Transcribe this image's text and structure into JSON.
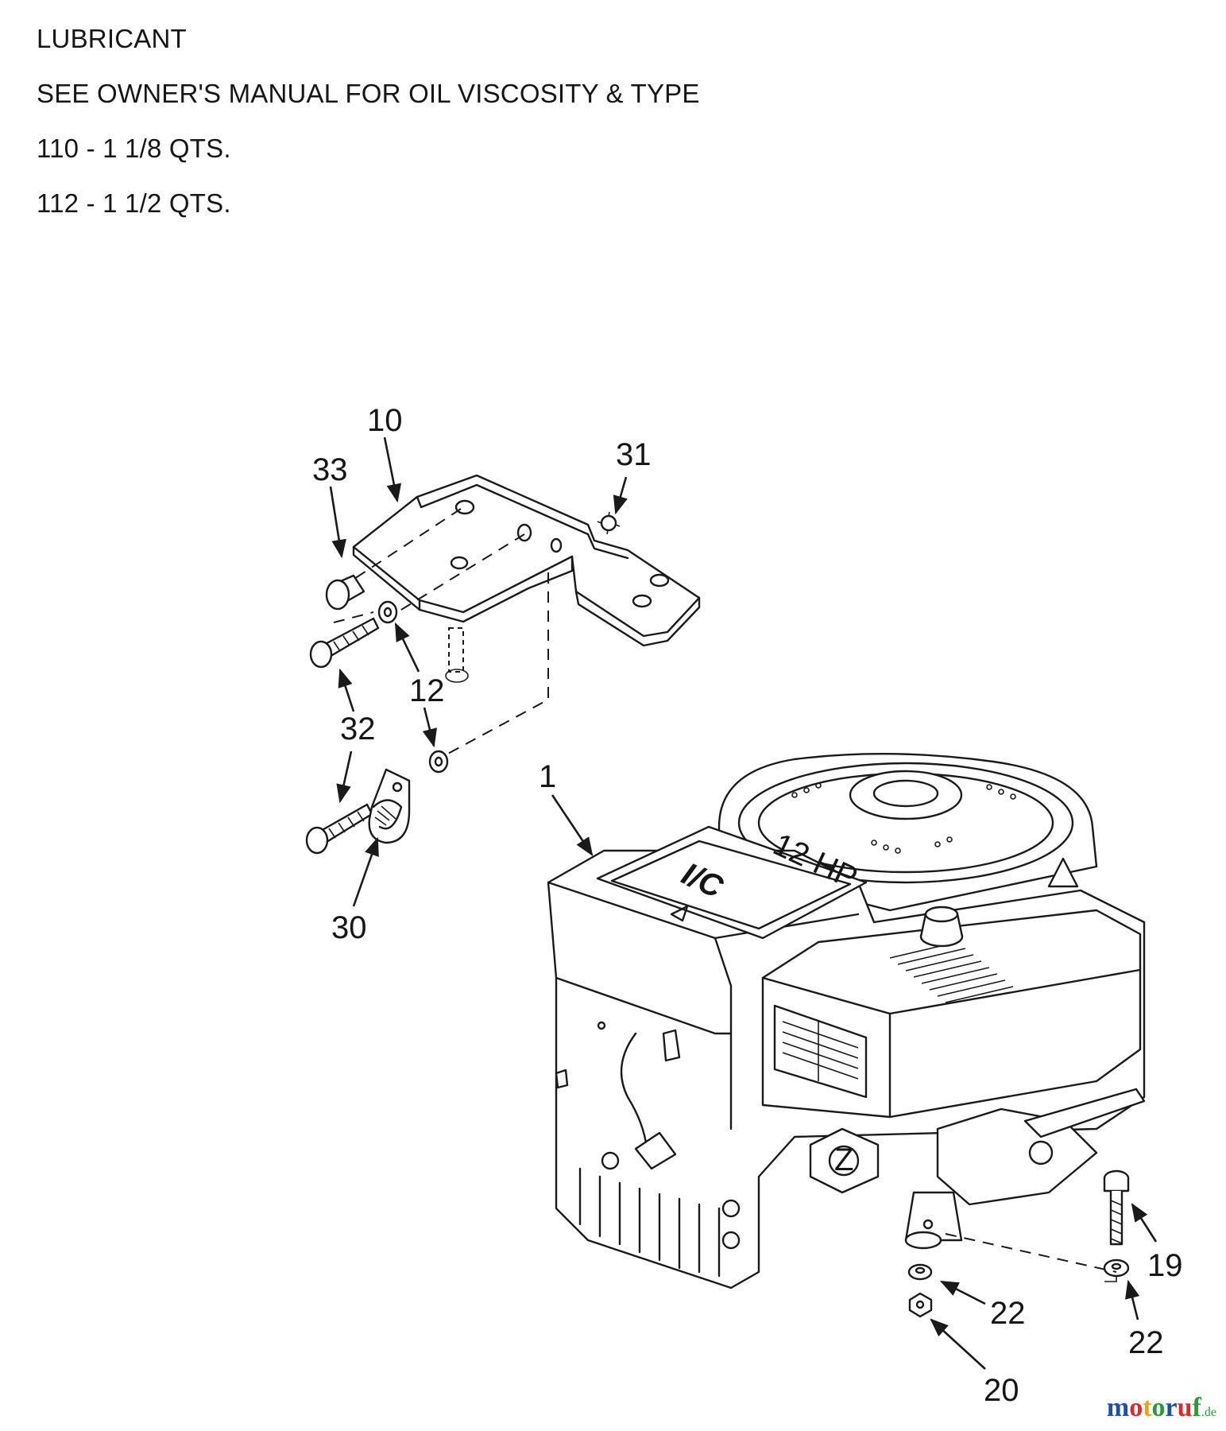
{
  "notes": [
    "LUBRICANT",
    "SEE OWNER'S MANUAL FOR OIL VISCOSITY & TYPE",
    "110 - 1 1/8 QTS.",
    "112 - 1 1/2 QTS."
  ],
  "callouts": {
    "c10": "10",
    "c33": "33",
    "c31": "31",
    "c12": "12",
    "c32": "32",
    "c30": "30",
    "c1": "1",
    "c19": "19",
    "c22a": "22",
    "c22b": "22",
    "c20": "20"
  },
  "engine": {
    "label_hp": "12 HP",
    "label_brand": "I/C"
  },
  "watermark": {
    "text": "motoruf",
    "suffix": ".de",
    "colors": [
      "#1f4fa3",
      "#d62b2b",
      "#e8a317",
      "#2a9a3a",
      "#1f4fa3",
      "#d62b2b",
      "#2a9a3a"
    ]
  }
}
